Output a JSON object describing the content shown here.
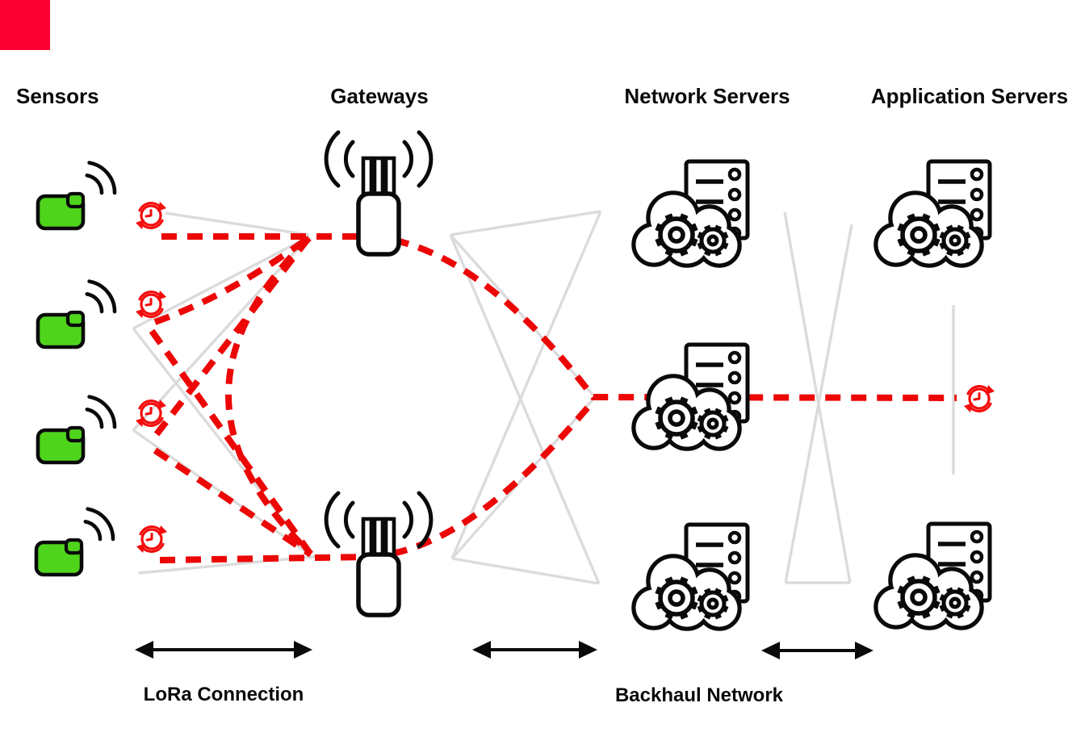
{
  "title": "LoRa network architecture diagram",
  "logo": {
    "color": "#fb0030"
  },
  "columns": [
    {
      "id": "sensors",
      "label": "Sensors"
    },
    {
      "id": "gateways",
      "label": "Gateways"
    },
    {
      "id": "network-servers",
      "label": "Network Servers"
    },
    {
      "id": "application-servers",
      "label": "Application Servers"
    }
  ],
  "legend": {
    "lora_label": "LoRa Connection",
    "backhaul_label": "Backhaul Network"
  },
  "nodes": {
    "sensor_count": 4,
    "gateway_count": 2,
    "network_server_count": 3,
    "application_server_count": 2,
    "timer_badge_count": 5
  },
  "icons": [
    "sensor-device-icon",
    "radio-waves-icon",
    "sync-clock-icon",
    "gateway-antenna-icon",
    "cloud-server-gears-icon",
    "double-arrow-icon"
  ],
  "colors": {
    "accent_red_dash": "#ec0606",
    "clock_red": "#f40b0b",
    "logo_red": "#fb0030",
    "sensor_green": "#4fd41c",
    "line_gray": "#dbdbdb",
    "ink_black": "#0a0a0a"
  }
}
